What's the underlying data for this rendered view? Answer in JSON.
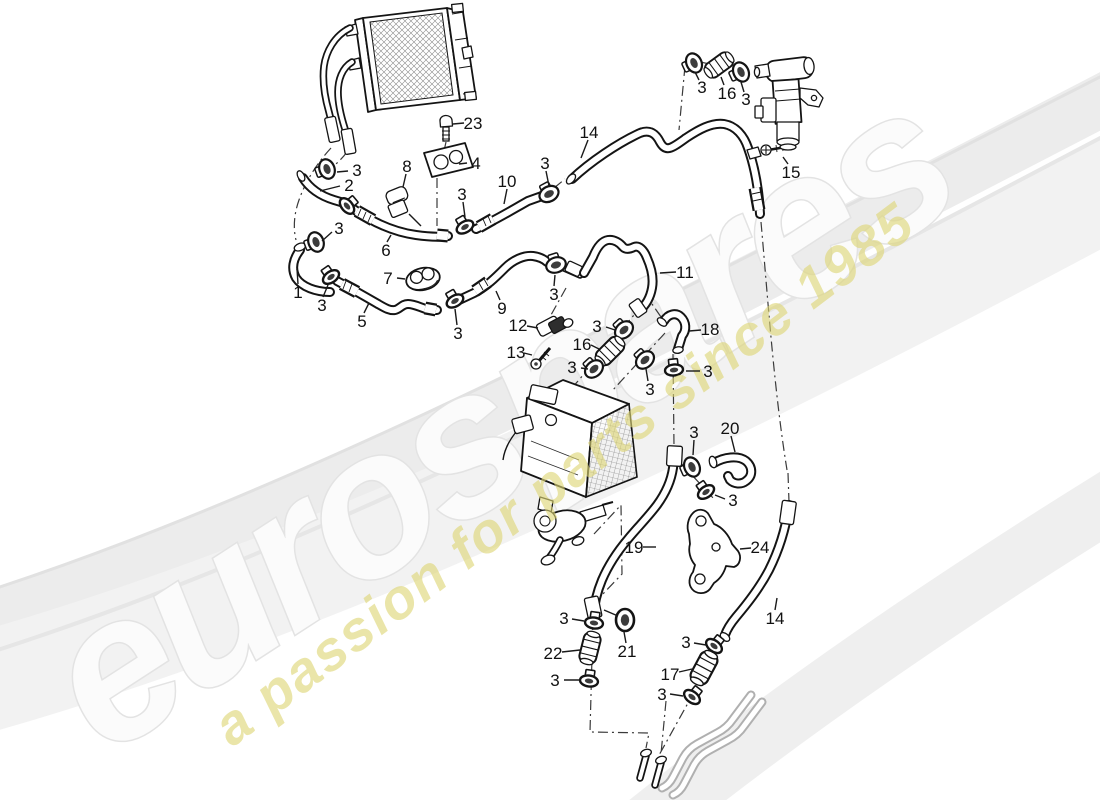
{
  "page": {
    "background": "#ffffff"
  },
  "watermark": {
    "brand": "eurospares",
    "tagline": "a passion for parts since 1985",
    "brand_outline_color": "#e3e3e3",
    "tagline_color": "#ded676",
    "swoosh_color": "#ececec"
  },
  "diagram": {
    "line_color": "#141414",
    "callouts": [
      {
        "label": "23"
      },
      {
        "label": "4"
      },
      {
        "label": "8"
      },
      {
        "label": "3"
      },
      {
        "label": "2"
      },
      {
        "label": "3"
      },
      {
        "label": "6"
      },
      {
        "label": "10"
      },
      {
        "label": "3"
      },
      {
        "label": "3"
      },
      {
        "label": "14"
      },
      {
        "label": "3"
      },
      {
        "label": "16"
      },
      {
        "label": "3"
      },
      {
        "label": "15"
      },
      {
        "label": "1"
      },
      {
        "label": "3"
      },
      {
        "label": "5"
      },
      {
        "label": "7"
      },
      {
        "label": "9"
      },
      {
        "label": "3"
      },
      {
        "label": "11"
      },
      {
        "label": "3"
      },
      {
        "label": "12"
      },
      {
        "label": "13"
      },
      {
        "label": "3"
      },
      {
        "label": "16"
      },
      {
        "label": "3"
      },
      {
        "label": "18"
      },
      {
        "label": "3"
      },
      {
        "label": "3"
      },
      {
        "label": "3"
      },
      {
        "label": "20"
      },
      {
        "label": "3"
      },
      {
        "label": "19"
      },
      {
        "label": "24"
      },
      {
        "label": "14"
      },
      {
        "label": "3"
      },
      {
        "label": "22"
      },
      {
        "label": "21"
      },
      {
        "label": "3"
      },
      {
        "label": "3"
      },
      {
        "label": "17"
      },
      {
        "label": "3"
      }
    ]
  }
}
